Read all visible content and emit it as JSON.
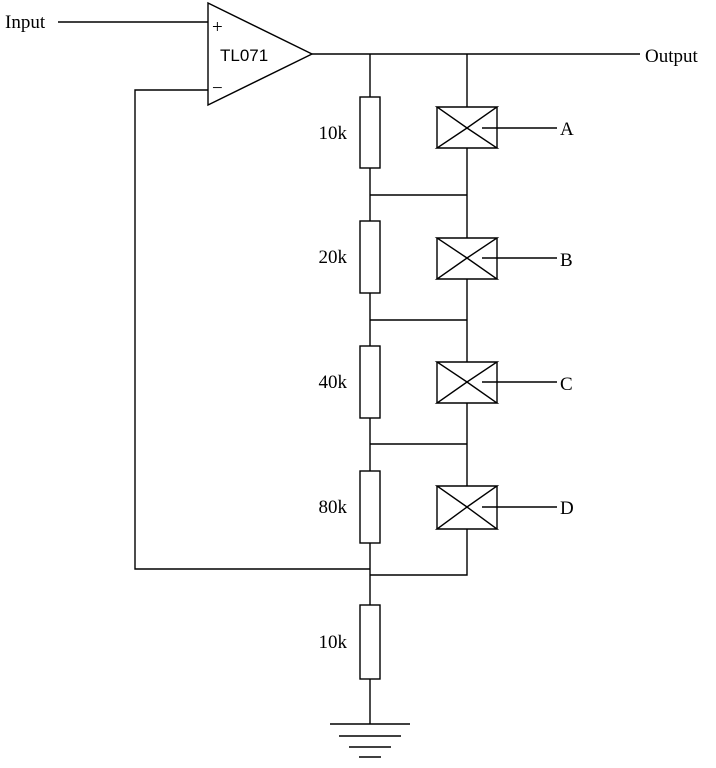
{
  "signals": {
    "input": "Input",
    "output": "Output"
  },
  "opamp": {
    "part": "TL071",
    "plus": "+",
    "minus": "−"
  },
  "resistors": [
    "10k",
    "20k",
    "40k",
    "80k"
  ],
  "bottom_resistor": "10k",
  "switch_controls": [
    "A",
    "B",
    "C",
    "D"
  ]
}
